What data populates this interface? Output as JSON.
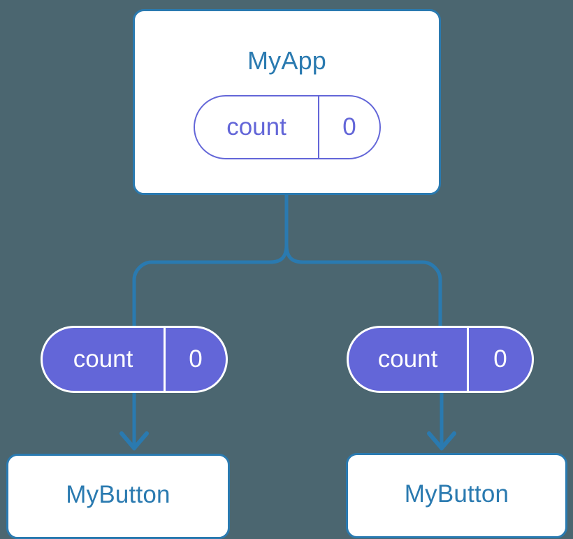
{
  "diagram": {
    "type": "component-state-tree",
    "background_color": "#4b6670",
    "accent_blue": "#2a7ab0",
    "accent_purple": "#6366d8",
    "root": {
      "title": "MyApp",
      "state": {
        "label": "count",
        "value": "0"
      }
    },
    "children": [
      {
        "state": {
          "label": "count",
          "value": "0"
        },
        "component": {
          "title": "MyButton"
        }
      },
      {
        "state": {
          "label": "count",
          "value": "0"
        },
        "component": {
          "title": "MyButton"
        }
      }
    ]
  }
}
